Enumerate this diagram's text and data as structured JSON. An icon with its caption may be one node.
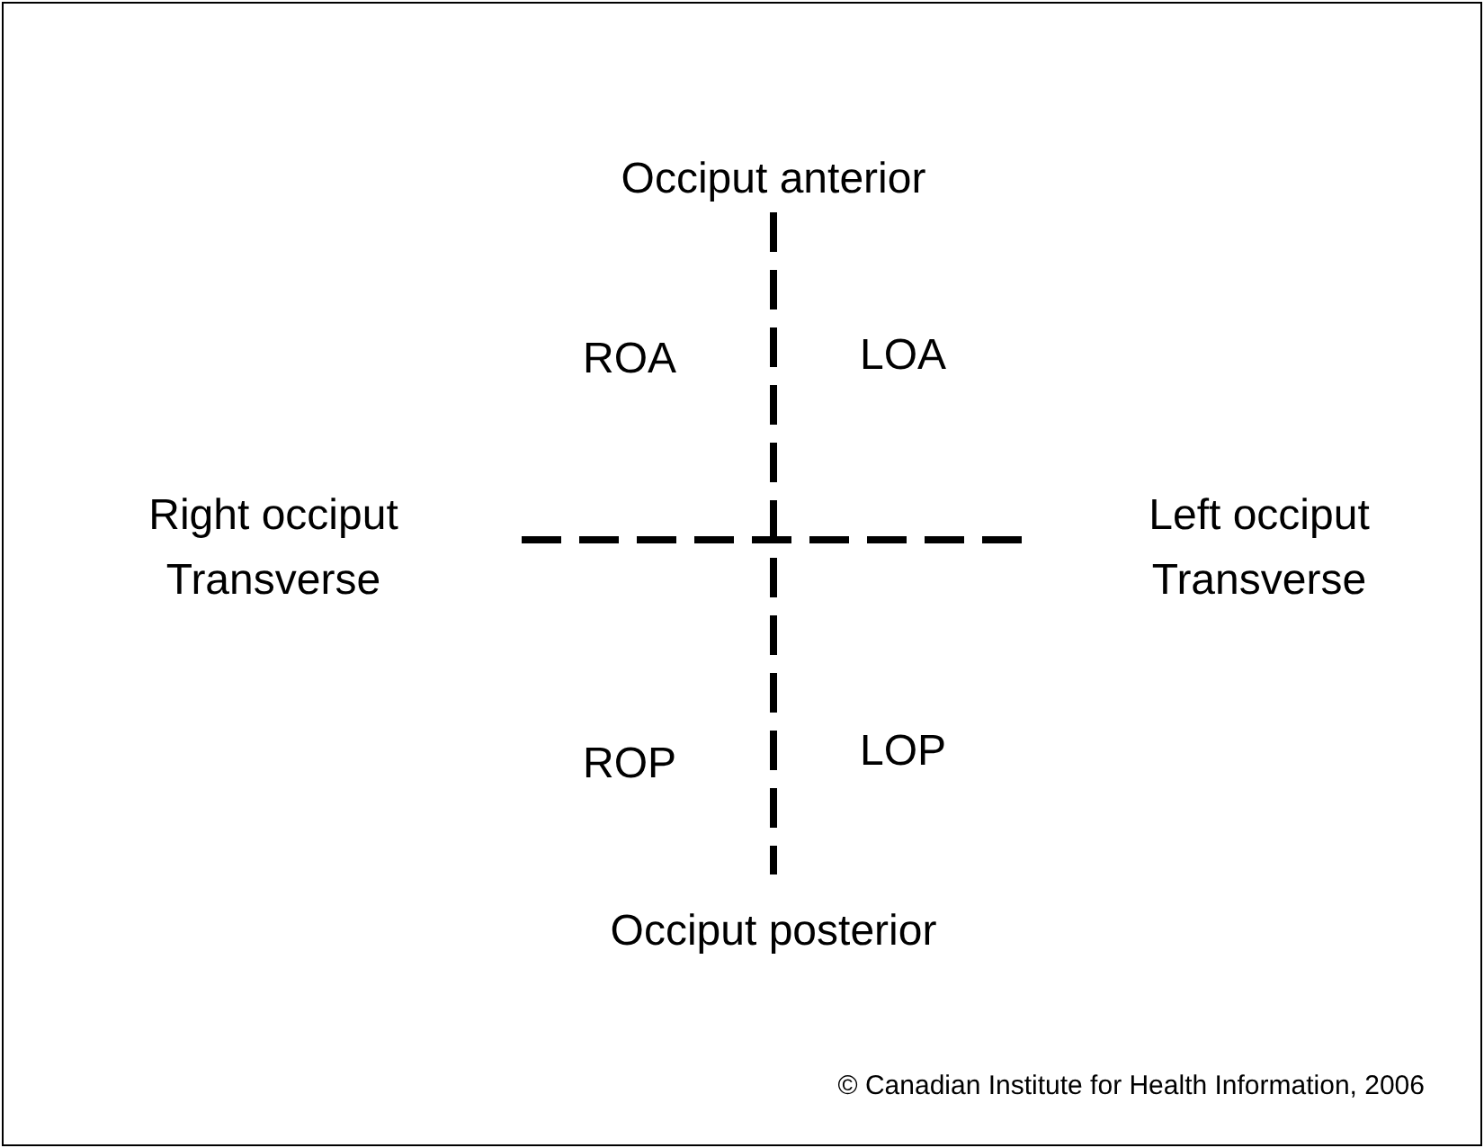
{
  "diagram": {
    "labels": [
      "Occiput anterior",
      "ROA",
      "LOA",
      "Right occiput Transverse",
      "Left occiput Transverse",
      "ROP",
      "LOP",
      "Occiput posterior",
      "© Canadian Institute for Health Information, 2006"
    ]
  }
}
